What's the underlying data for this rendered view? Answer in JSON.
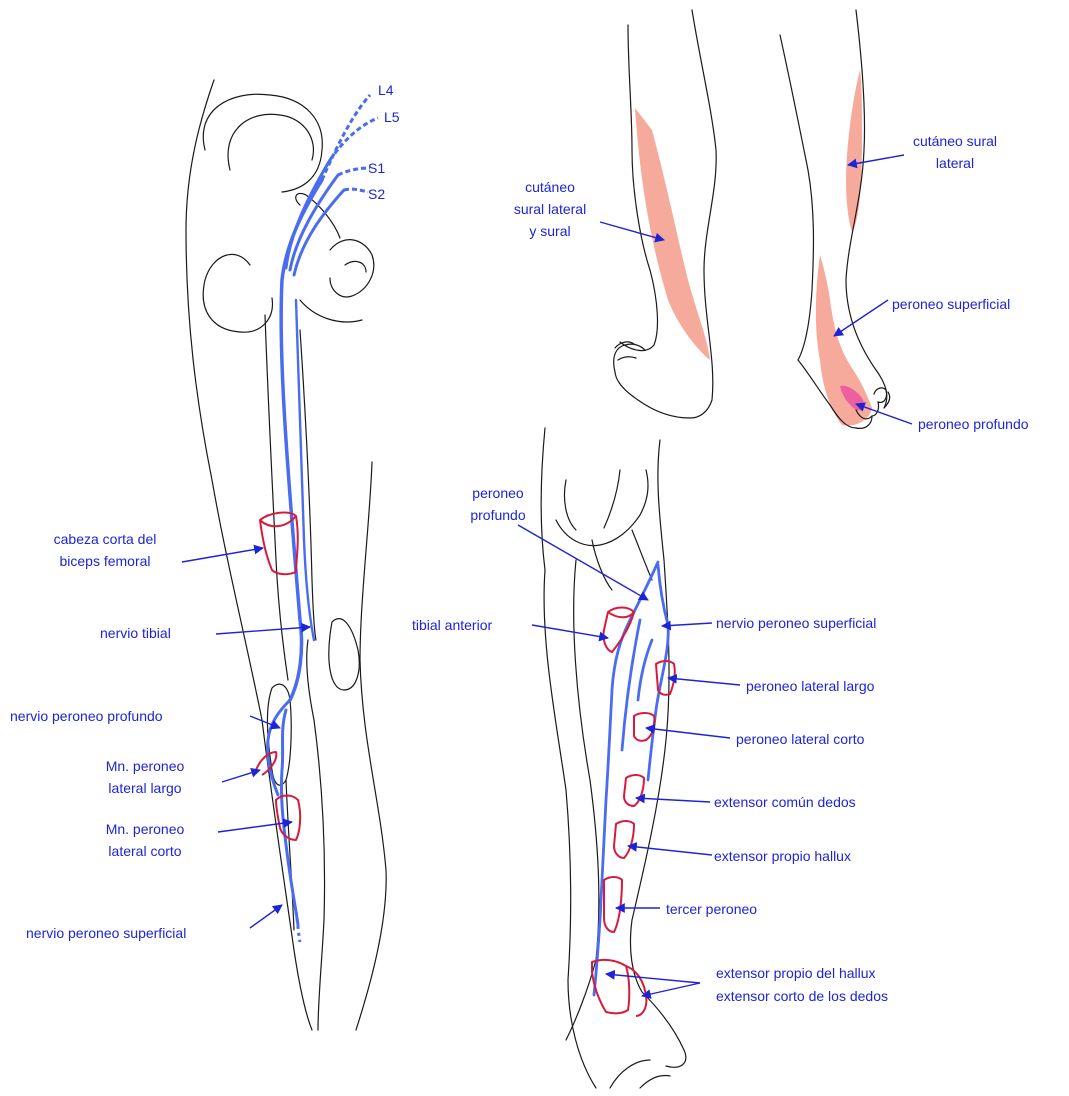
{
  "diagram": {
    "colors": {
      "outline": "#1a1a1a",
      "nerve": "#4a6cf0",
      "muscle": "#d81b3c",
      "label": "#1d24d8",
      "arrow": "#1d24d8",
      "skin_area": "#f6aa9c",
      "skin_area_deep": "#ee5fa0"
    },
    "roots": {
      "l4": "L4",
      "l5": "L5",
      "s1": "S1",
      "s2": "S2"
    },
    "left_leg_labels": {
      "biceps_short_head_l1": "cabeza corta del",
      "biceps_short_head_l2": "biceps femoral",
      "tibial_nerve": "nervio tibial",
      "deep_peroneal_nerve": "nervio peroneo profundo",
      "mn_peroneus_longus_l1": "Mn. peroneo",
      "mn_peroneus_longus_l2": "lateral largo",
      "mn_peroneus_brevis_l1": "Mn. peroneo",
      "mn_peroneus_brevis_l2": "lateral corto",
      "superficial_peroneal_nerve": "nervio peroneo superficial"
    },
    "sensory_labels": {
      "sural_l1": "cutáneo",
      "sural_l2": "sural lateral",
      "sural_l3": "y sural",
      "lateral_sural_l1": "cutáneo sural",
      "lateral_sural_l2": "lateral",
      "superficial_peroneal": "peroneo superficial",
      "deep_peroneal": "peroneo profundo"
    },
    "right_leg_labels": {
      "deep_peroneal_l1": "peroneo",
      "deep_peroneal_l2": "profundo",
      "tibialis_anterior": "tibial anterior",
      "superficial_peroneal_nerve": "nervio peroneo superficial",
      "peroneus_longus": "peroneo lateral largo",
      "peroneus_brevis": "peroneo lateral corto",
      "ext_digitorum": "extensor común dedos",
      "ext_hallucis": "extensor propio hallux",
      "peroneus_tertius": "tercer peroneo",
      "ext_hallucis_brevis": "extensor propio del hallux",
      "ext_digitorum_brevis": "extensor corto de los dedos"
    }
  }
}
